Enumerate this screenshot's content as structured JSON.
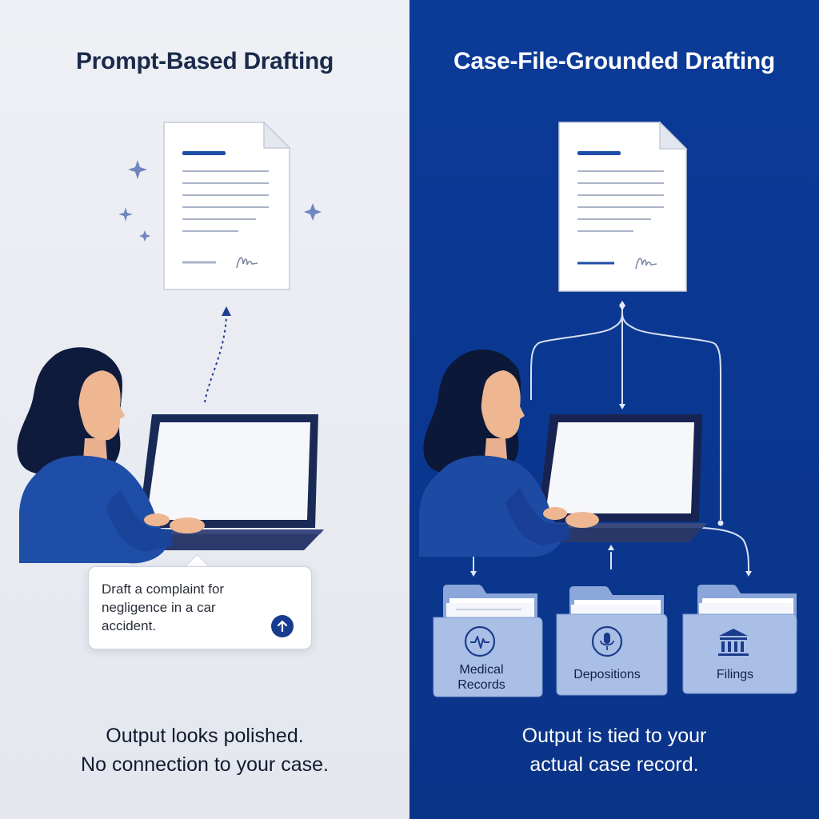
{
  "left": {
    "title": "Prompt-Based Drafting",
    "prompt_text": "Draft a complaint for negligence in a car accident.",
    "caption": [
      "Output looks polished.",
      "No connection to your case."
    ]
  },
  "right": {
    "title": "Case-File-Grounded Drafting",
    "folders": [
      {
        "label": "Medical Records",
        "icon": "heartbeat-icon"
      },
      {
        "label": "Depositions",
        "icon": "microphone-icon"
      },
      {
        "label": "Filings",
        "icon": "courthouse-icon"
      }
    ],
    "caption": [
      "Output is tied to your",
      "actual case record."
    ]
  },
  "colors": {
    "left_bg": "#eef0f5",
    "right_bg": "#0b3a98",
    "accent_blue": "#1f4ea8",
    "folder_fill": "#a9bfe6",
    "text_dark": "#1a2a4a"
  }
}
